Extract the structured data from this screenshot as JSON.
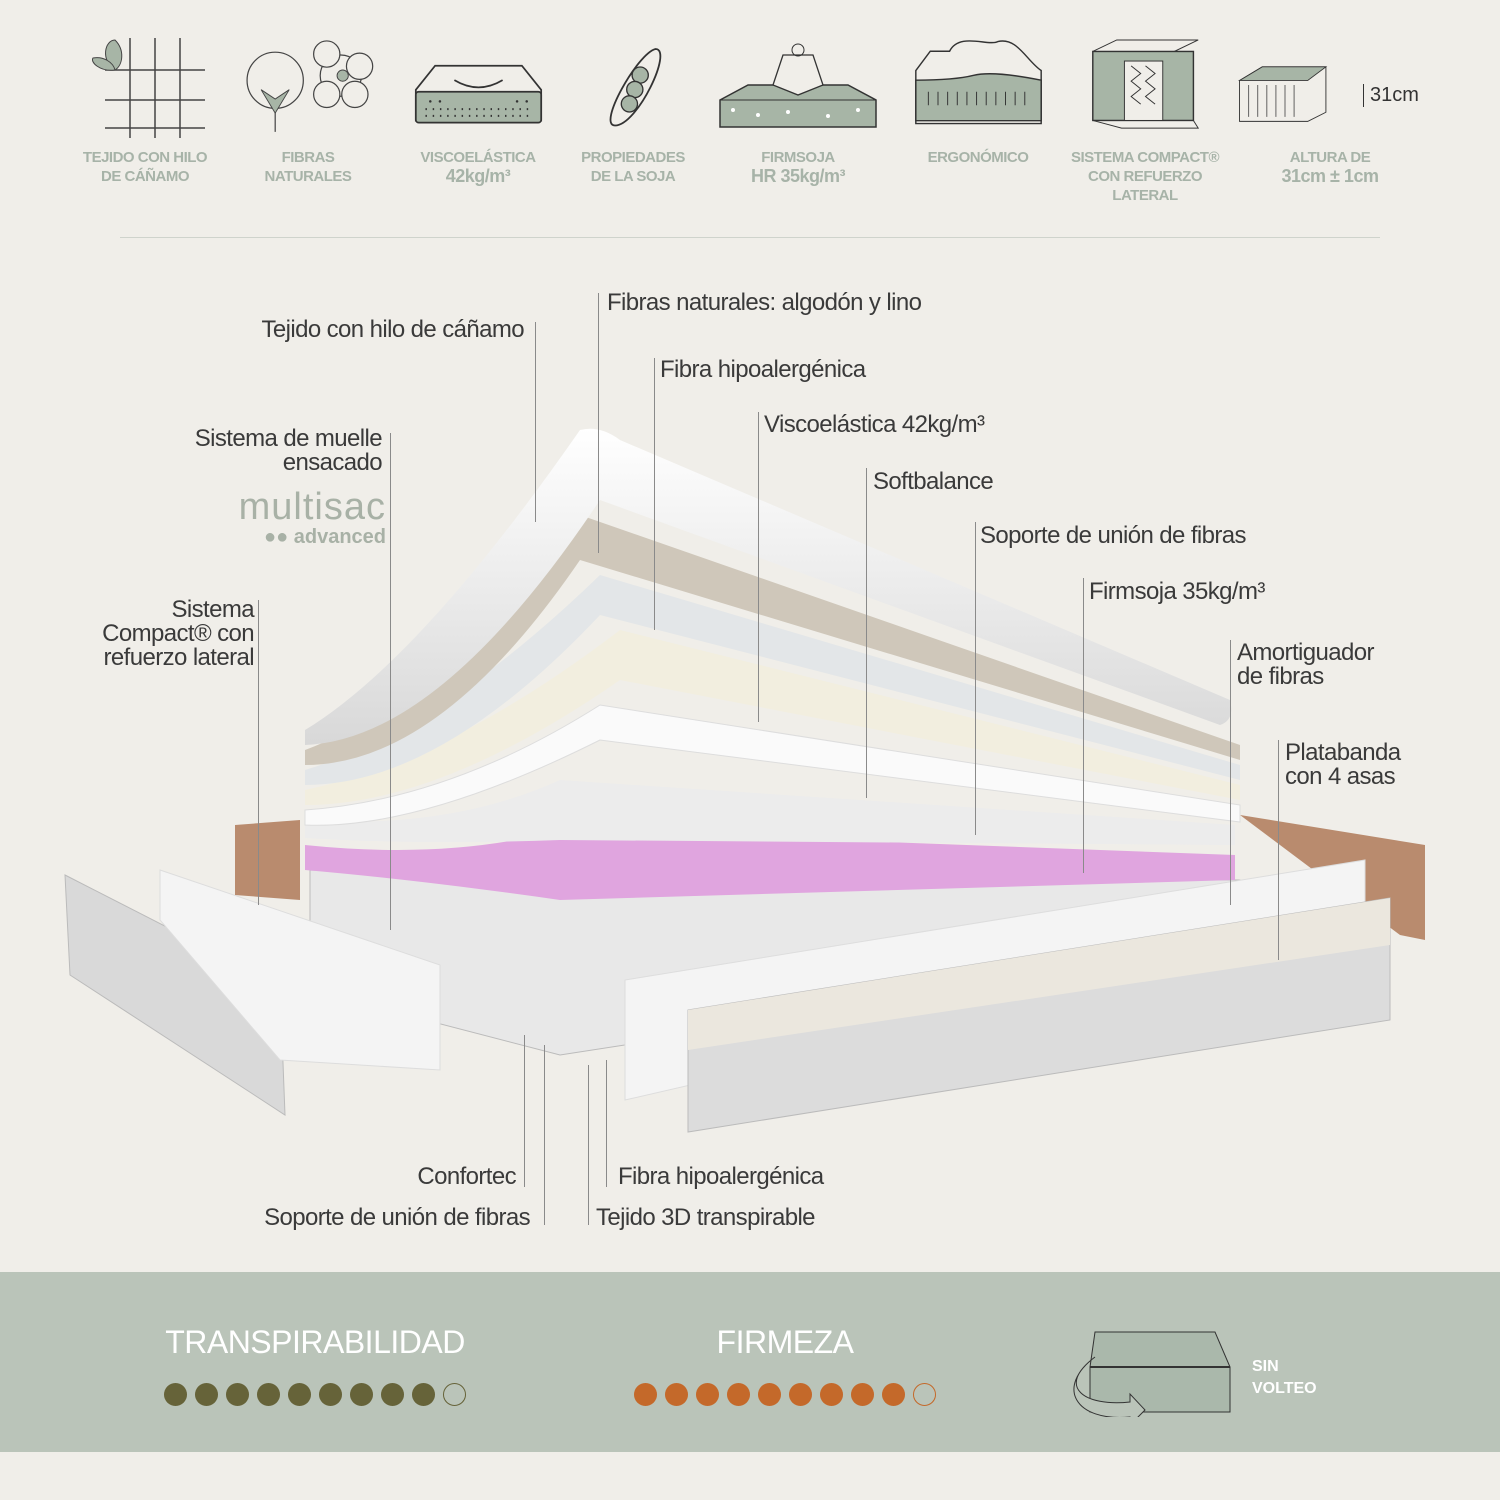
{
  "features": [
    {
      "icon": "hemp-fabric-icon",
      "lines": [
        "TEJIDO CON HILO",
        "DE CÁÑAMO"
      ]
    },
    {
      "icon": "cotton-flower-icon",
      "lines": [
        "FIBRAS",
        "NATURALES"
      ]
    },
    {
      "icon": "memory-foam-icon",
      "lines": [
        "VISCOELÁSTICA"
      ],
      "big": "42kg/m³"
    },
    {
      "icon": "soy-pod-icon",
      "lines": [
        "PROPIEDADES",
        "DE LA SOJA"
      ]
    },
    {
      "icon": "firm-foam-weight-icon",
      "lines": [
        "FIRMSOJA"
      ],
      "big": "HR 35kg/m³"
    },
    {
      "icon": "ergonomic-body-icon",
      "lines": [
        "ERGONÓMICO"
      ]
    },
    {
      "icon": "compact-spring-icon",
      "lines": [
        "SISTEMA COMPACT®",
        "CON REFUERZO",
        "LATERAL"
      ]
    },
    {
      "icon": "height-box-icon",
      "lines": [
        "ALTURA DE"
      ],
      "big": "31cm ± 1cm",
      "height_label": "31cm"
    }
  ],
  "callouts": {
    "tejido": "Tejido con hilo de cáñamo",
    "fibras_naturales": "Fibras naturales: algodón y lino",
    "fibra_hipo_top": "Fibra hipoalergénica",
    "visco": "Viscoelástica 42kg/m³",
    "softbalance": "Softbalance",
    "soporte_top": "Soporte de unión de fibras",
    "firmsoja": "Firmsoja 35kg/m³",
    "amortiguador": [
      "Amortiguador",
      "de fibras"
    ],
    "platabanda": [
      "Platabanda",
      "con 4 asas"
    ],
    "muelle": [
      "Sistema de muelle",
      "ensacado"
    ],
    "compact": [
      "Sistema",
      "Compact® con",
      "refuerzo lateral"
    ],
    "confortec": "Confortec",
    "soporte_bottom": "Soporte de unión de fibras",
    "fibra_hipo_bottom": "Fibra hipoalergénica",
    "tejido3d": "Tejido 3D transpirable"
  },
  "logo": {
    "name": "multisac",
    "sub": "●● advanced"
  },
  "metrics": [
    {
      "label": "TRANSPIRABILIDAD",
      "value": 9,
      "max": 10,
      "color": "#666339"
    },
    {
      "label": "FIRMEZA",
      "value": 9,
      "max": 10,
      "color": "#c4692a"
    }
  ],
  "no_flip": [
    "SIN",
    "VOLTEO"
  ]
}
